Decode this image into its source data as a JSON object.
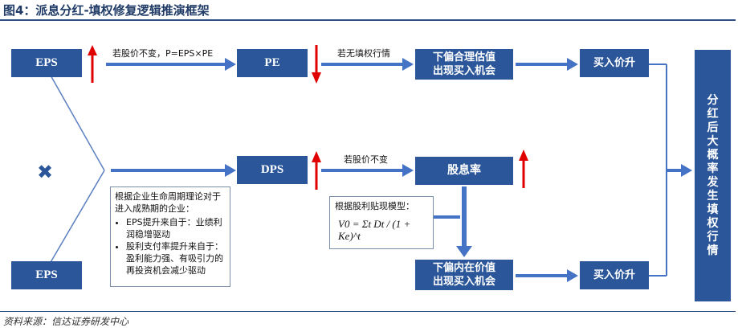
{
  "header": {
    "title": "图4：派息分红-填权修复逻辑推演框架"
  },
  "footer": {
    "source": "资料来源：信达证券研发中心"
  },
  "boxes": {
    "eps_top": "EPS",
    "eps_bottom": "EPS",
    "pe": "PE",
    "dps": "DPS",
    "undervalued_top_l1": "下偏合理估值",
    "undervalued_top_l2": "出现买入机会",
    "dividend_yield": "股息率",
    "undervalued_bottom_l1": "下偏内在价值",
    "undervalued_bottom_l2": "出现买入机会",
    "buy_top": "买入价升",
    "buy_bottom": "买入价升",
    "conclusion": [
      "分",
      "红",
      "后",
      "大",
      "概",
      "率",
      "发",
      "生",
      "填",
      "权",
      "行",
      "情"
    ]
  },
  "labels": {
    "pe_condition": "若股价不变，P=EPS×PE",
    "no_fill": "若无填权行情",
    "price_unchanged": "若股价不变"
  },
  "notes": {
    "lifecycle_title": "根据企业生命周期理论对于进入成熟期的企业：",
    "lifecycle_items": [
      "EPS提升来自于：业绩利润稳增驱动",
      "股利支付率提升来自于：盈利能力强、有吸引力的再投资机会减少驱动"
    ],
    "ddm_title": "根据股利贴现模型：",
    "ddm_formula": "V0 = Σt Dt / (1 + Ke)^t"
  },
  "colors": {
    "box_fill": "#2b579a",
    "arrow_blue": "#4472c4",
    "arrow_red": "#e00000",
    "title_color": "#1f3b66"
  },
  "icons": [
    "cross-icon",
    "up-arrow-icon",
    "down-arrow-icon",
    "right-arrow-icon"
  ]
}
